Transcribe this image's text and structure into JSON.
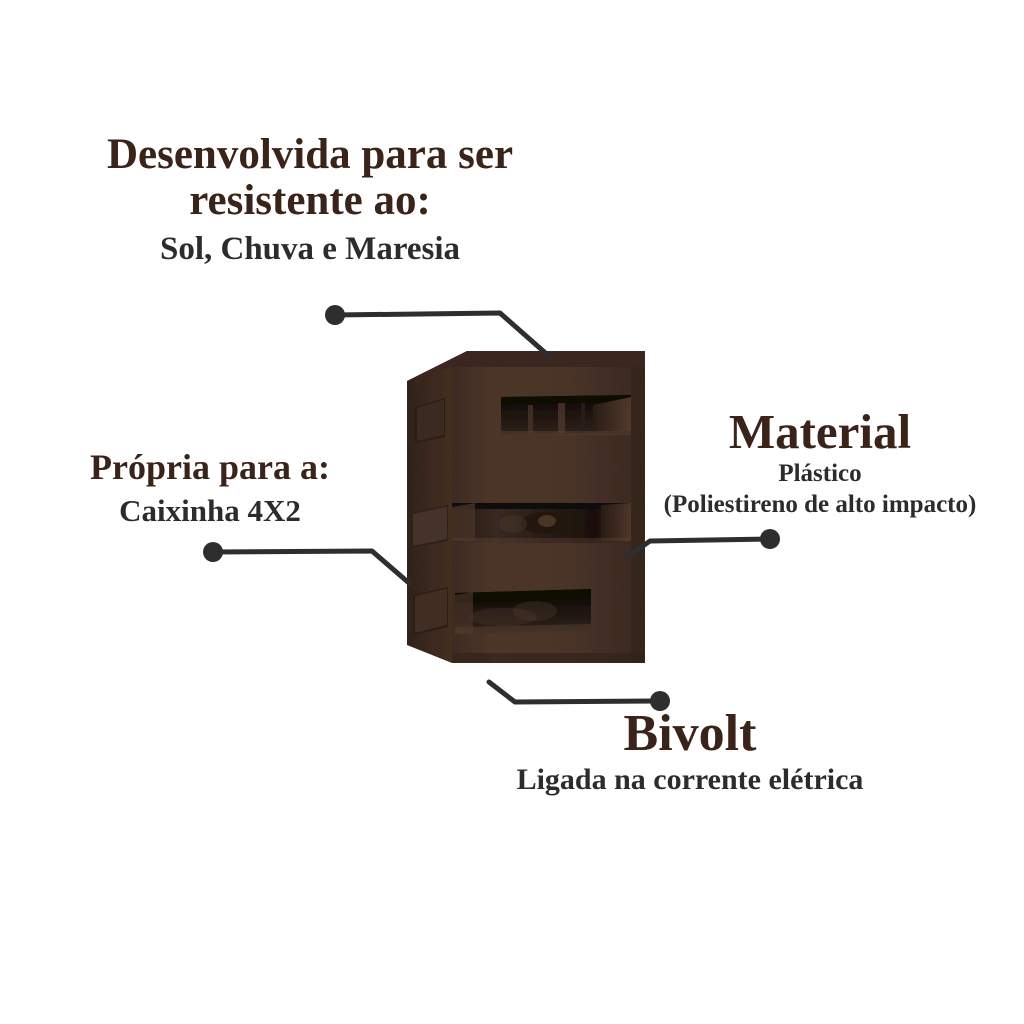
{
  "page": {
    "background_color": "#ffffff",
    "heading_color": "#3a2318",
    "subtext_color": "#2c2c2c",
    "leader_line_color": "#2e2e2e"
  },
  "callouts": [
    {
      "id": "resistencia",
      "heading_line1": "Desenvolvida para ser",
      "heading_line2": "resistente ao:",
      "sub": "Sol, Chuva e Maresia"
    },
    {
      "id": "caixinha",
      "heading": "Própria para a:",
      "sub": "Caixinha 4X2"
    },
    {
      "id": "material",
      "heading": "Material",
      "sub": "Plástico",
      "sub2": "(Poliestireno de alto impacto)"
    },
    {
      "id": "bivolt",
      "heading": "Bivolt",
      "sub": "Ligada na corrente elétrica"
    }
  ],
  "product": {
    "name": "arandela-luminaria-marrom",
    "description": "Arandela retangular marrom com três aberturas horizontais",
    "colors": {
      "front_face": "#4a3529",
      "front_face_dark": "#3f2c22",
      "top_face": "#3d2a21",
      "side_face": "#3a281f",
      "slot_shadow": "#140d09",
      "slot_inner": "#2a1c15",
      "bevel_light": "#5a4132",
      "socket": "#1d1310"
    },
    "slots": [
      {
        "name": "abertura-superior"
      },
      {
        "name": "abertura-central"
      },
      {
        "name": "abertura-inferior"
      }
    ]
  },
  "leaders": [
    {
      "name": "leader-resistencia",
      "dot": [
        335,
        315
      ]
    },
    {
      "name": "leader-caixinha",
      "dot": [
        213,
        552
      ]
    },
    {
      "name": "leader-material",
      "dot": [
        770,
        539
      ]
    },
    {
      "name": "leader-bivolt",
      "dot": [
        660,
        701
      ]
    }
  ]
}
